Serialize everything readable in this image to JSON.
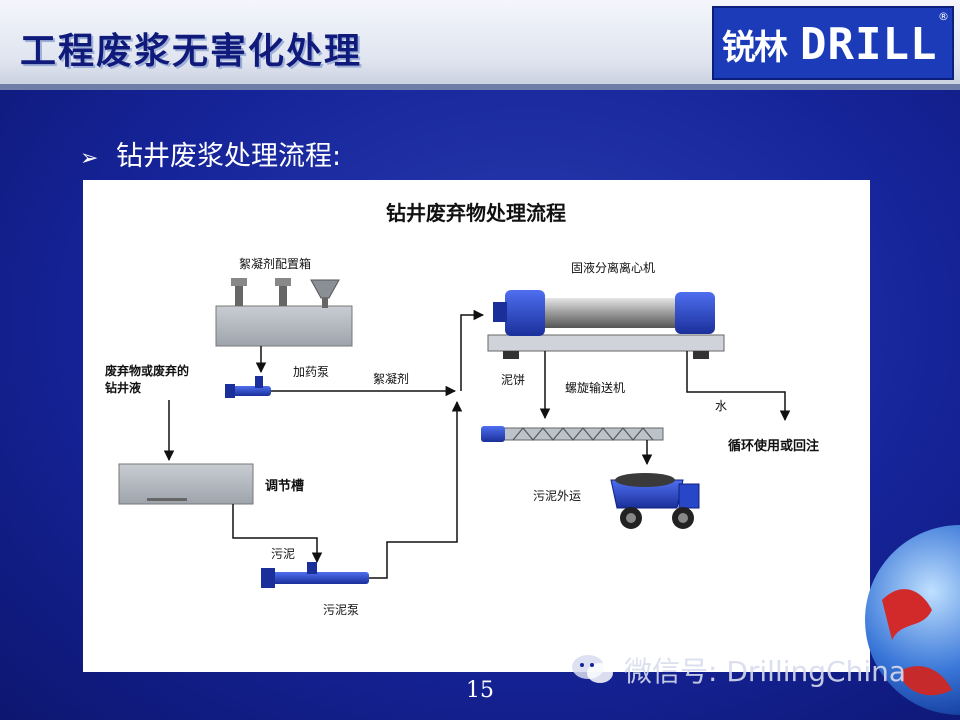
{
  "header": {
    "title": "工程废浆无害化处理",
    "logo_cn": "锐林",
    "logo_en": "DRILL"
  },
  "bullet": {
    "text": "钻井废浆处理流程:"
  },
  "diagram": {
    "title": "钻井废弃物处理流程",
    "labels": {
      "flocculant_tank": "絮凝剂配置箱",
      "waste_input_line1": "废弃物或废弃的",
      "waste_input_line2": "钻井液",
      "dosing_pump": "加药泵",
      "flocculant": "絮凝剂",
      "centrifuge": "固液分离离心机",
      "mud_cake": "泥饼",
      "screw_conveyor": "螺旋输送机",
      "water": "水",
      "recycle": "循环使用或回注",
      "sludge_out": "污泥外运",
      "regulating_tank": "调节槽",
      "sludge": "污泥",
      "sludge_pump": "污泥泵"
    }
  },
  "page_number": "15",
  "watermark": "微信号: DrillingChina",
  "colors": {
    "background": "#16249a",
    "title": "#0f1a7a",
    "logo": "#1b3bb8",
    "equipment_blue": "#2846c8",
    "truck_blue": "#1f3fc0"
  }
}
